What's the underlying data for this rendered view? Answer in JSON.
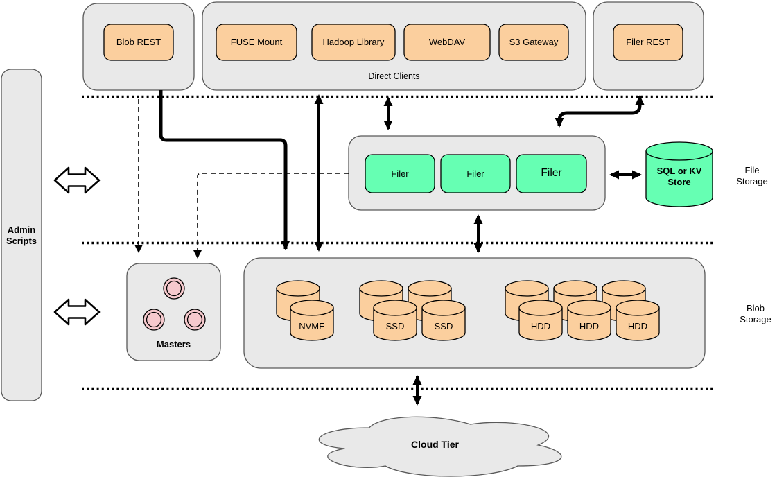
{
  "colors": {
    "container_fill": "#e9e9e9",
    "container_stroke": "#595959",
    "orange_fill": "#fbcf9e",
    "green_fill": "#66ffb3",
    "pink_fill": "#f6c9cd",
    "line": "#000000",
    "background": "#ffffff"
  },
  "admin_bar": {
    "label": "Admin\nScripts"
  },
  "top_row": {
    "blob_rest_label": "Blob REST",
    "direct_clients_caption": "Direct Clients",
    "clients": [
      "FUSE Mount",
      "Hadoop Library",
      "WebDAV",
      "S3 Gateway"
    ],
    "filer_rest_label": "Filer REST"
  },
  "file_storage_layer": {
    "filers": [
      "Filer",
      "Filer",
      "Filer"
    ],
    "sql_store_label": "SQL or KV\nStore",
    "layer_label": "File\nStorage"
  },
  "blob_storage_layer": {
    "masters_label": "Masters",
    "disk_labels": [
      "NVME",
      "SSD",
      "SSD",
      "HDD",
      "HDD",
      "HDD"
    ],
    "layer_label": "Blob\nStorage"
  },
  "cloud_layer": {
    "cloud_label": "Cloud Tier"
  }
}
